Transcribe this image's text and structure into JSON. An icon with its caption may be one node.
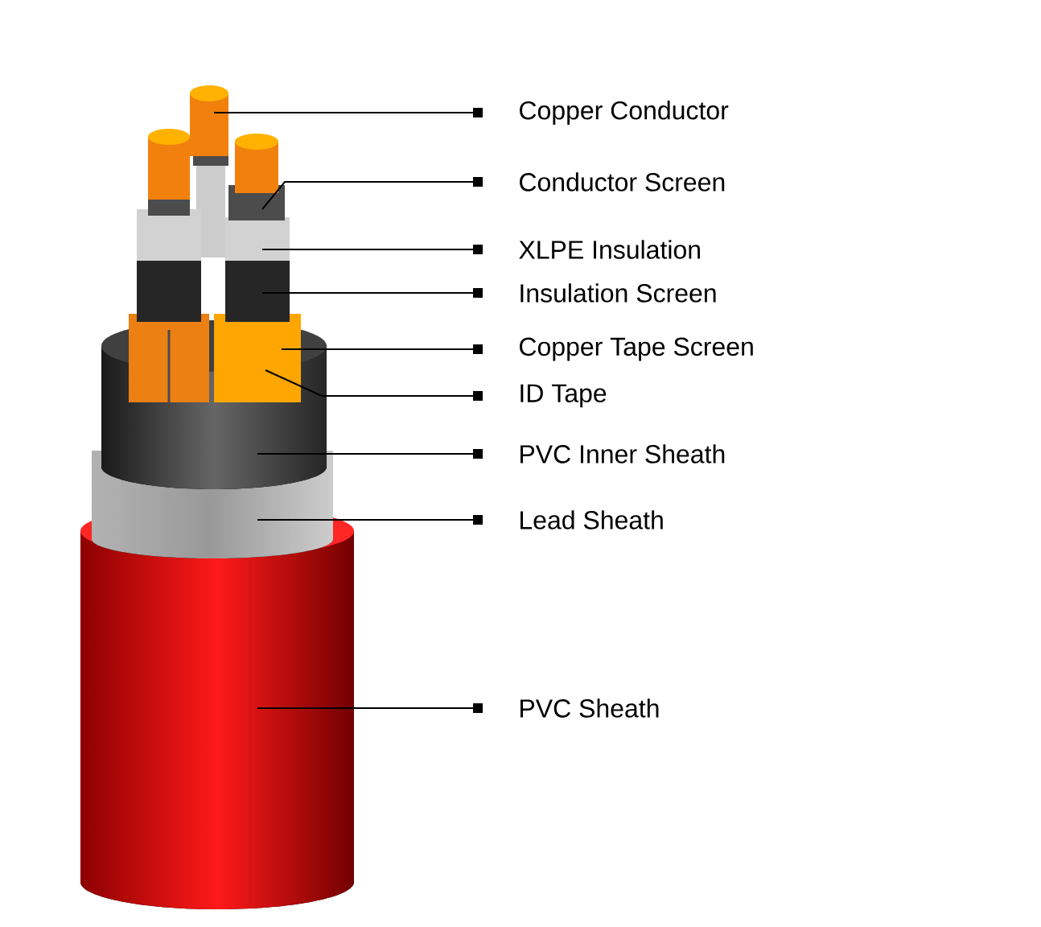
{
  "diagram": {
    "nodes": [
      {
        "text": [
          "Copper Conductor"
        ]
      },
      {
        "text": [
          "Conductor Screen"
        ]
      },
      {
        "text": [
          "XLPE Insulation"
        ]
      },
      {
        "text": [
          "Insulation Screen"
        ]
      },
      {
        "text": [
          "Copper Tape  Screen"
        ]
      },
      {
        "text": [
          "ID Tape"
        ]
      },
      {
        "text": [
          "PVC Inner Sheath"
        ]
      },
      {
        "text": [
          "Lead Sheath"
        ]
      },
      {
        "text": [
          "PVC Sheath"
        ]
      }
    ],
    "edges": [
      {
        "from": null,
        "to": 0,
        "arrow": "other"
      },
      {
        "from": null,
        "to": 1,
        "arrow": "other"
      },
      {
        "from": null,
        "to": 2,
        "arrow": "other"
      },
      {
        "from": null,
        "to": 3,
        "arrow": "other"
      },
      {
        "from": null,
        "to": 4,
        "arrow": "other"
      },
      {
        "from": null,
        "to": 5,
        "arrow": "other"
      },
      {
        "from": null,
        "to": 6,
        "arrow": "other"
      },
      {
        "from": null,
        "to": 7,
        "arrow": "other"
      },
      {
        "from": null,
        "to": 8,
        "arrow": "other"
      }
    ]
  }
}
